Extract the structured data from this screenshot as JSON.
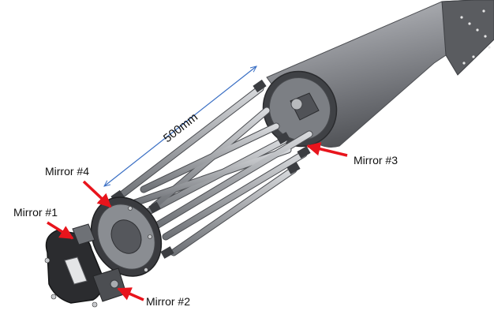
{
  "labels": {
    "dimension": "500mm",
    "mirror1": "Mirror #1",
    "mirror2": "Mirror #2",
    "mirror3": "Mirror #3",
    "mirror4": "Mirror #4"
  },
  "colors": {
    "background": "#ffffff",
    "callout_arrow": "#e8141c",
    "dimension_line": "#3a6fc4",
    "label_text": "#111111",
    "tube_dark": "#5c5e63",
    "tube_light": "#a9abb0",
    "struts": "#8d9096",
    "plate": "#2f3034"
  }
}
